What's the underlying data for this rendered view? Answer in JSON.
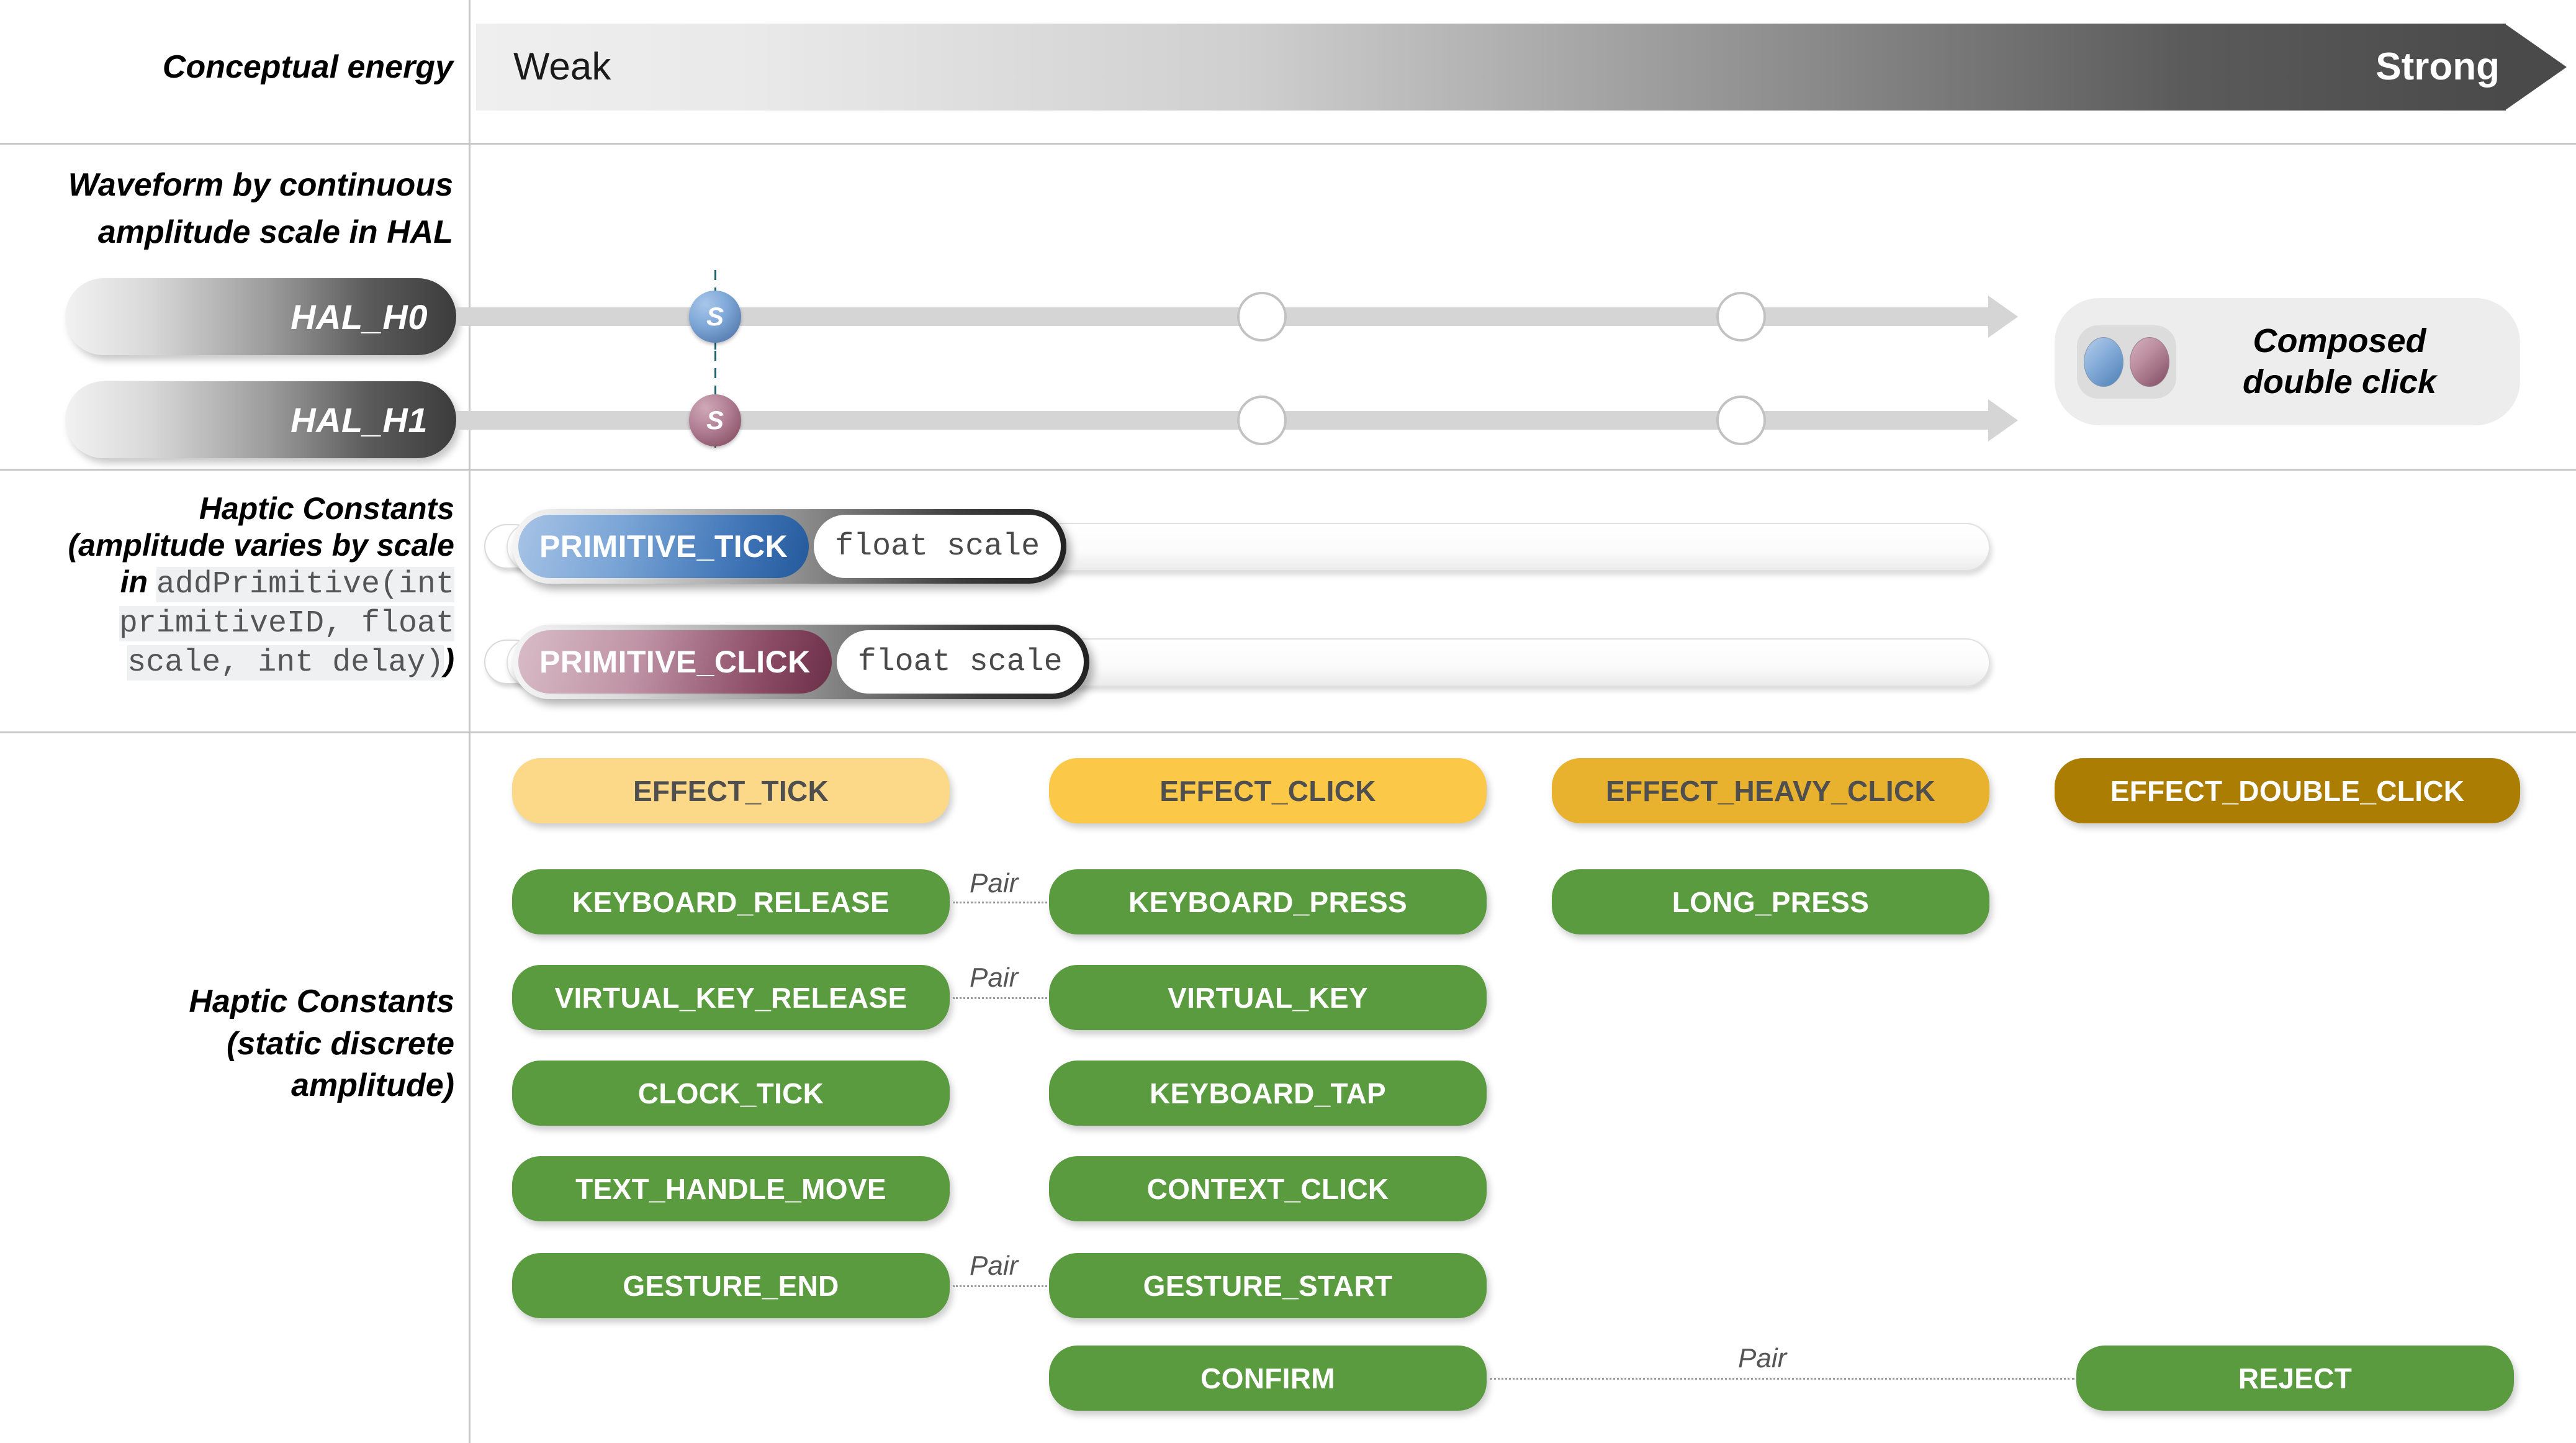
{
  "sections": {
    "conceptual_energy": {
      "label": "Conceptual energy",
      "weak_label": "Weak",
      "strong_label": "Strong"
    },
    "waveform": {
      "label_line1": "Waveform by continuous",
      "label_line2": "amplitude scale in HAL",
      "hal_rows": [
        {
          "name": "HAL_H0",
          "marker": "S",
          "marker_color": "#6f9ad0"
        },
        {
          "name": "HAL_H1",
          "marker": "S",
          "marker_color": "#a5778c"
        }
      ],
      "composed": {
        "line1": "Composed",
        "line2": "double click"
      }
    },
    "primitives": {
      "label_line1": "Haptic Constants",
      "label_line2": "(amplitude varies by scale",
      "label_line3_prefix": "in ",
      "code_line1": "addPrimitive(int",
      "code_line2": "primitiveID, float",
      "code_line3": "scale, int delay)",
      "label_close": ")",
      "rows": [
        {
          "name": "PRIMITIVE_TICK",
          "arg": "float scale",
          "accent": "#3f74b6"
        },
        {
          "name": "PRIMITIVE_CLICK",
          "arg": "float scale",
          "accent": "#8a4a63"
        }
      ]
    },
    "constants": {
      "label_line1": "Haptic Constants",
      "label_line2": "(static discrete",
      "label_line3": "amplitude)",
      "effects": [
        {
          "label": "EFFECT_TICK",
          "style": "amber-light"
        },
        {
          "label": "EFFECT_CLICK",
          "style": "amber"
        },
        {
          "label": "EFFECT_HEAVY_CLICK",
          "style": "amber-deep"
        },
        {
          "label": "EFFECT_DOUBLE_CLICK",
          "style": "ochre"
        }
      ],
      "column1": [
        "KEYBOARD_RELEASE",
        "VIRTUAL_KEY_RELEASE",
        "CLOCK_TICK",
        "TEXT_HANDLE_MOVE",
        "GESTURE_END"
      ],
      "column2": [
        "KEYBOARD_PRESS",
        "VIRTUAL_KEY",
        "KEYBOARD_TAP",
        "CONTEXT_CLICK",
        "GESTURE_START",
        "CONFIRM"
      ],
      "column3": [
        "LONG_PRESS"
      ],
      "column4": [
        "REJECT"
      ],
      "pair_label": "Pair",
      "pairs": [
        {
          "from": "KEYBOARD_RELEASE",
          "to": "KEYBOARD_PRESS"
        },
        {
          "from": "VIRTUAL_KEY_RELEASE",
          "to": "VIRTUAL_KEY"
        },
        {
          "from": "GESTURE_END",
          "to": "GESTURE_START"
        },
        {
          "from": "CONFIRM",
          "to": "REJECT"
        }
      ]
    }
  },
  "colors": {
    "green": "#5b9b40",
    "amber_light": "#fcd988",
    "amber": "#fbc847",
    "amber_deep": "#e8b12e",
    "ochre": "#ac7d03",
    "blue_primitive": "#3f74b6",
    "mauve_primitive": "#8a4a63",
    "rule": "#c9c9c9"
  }
}
